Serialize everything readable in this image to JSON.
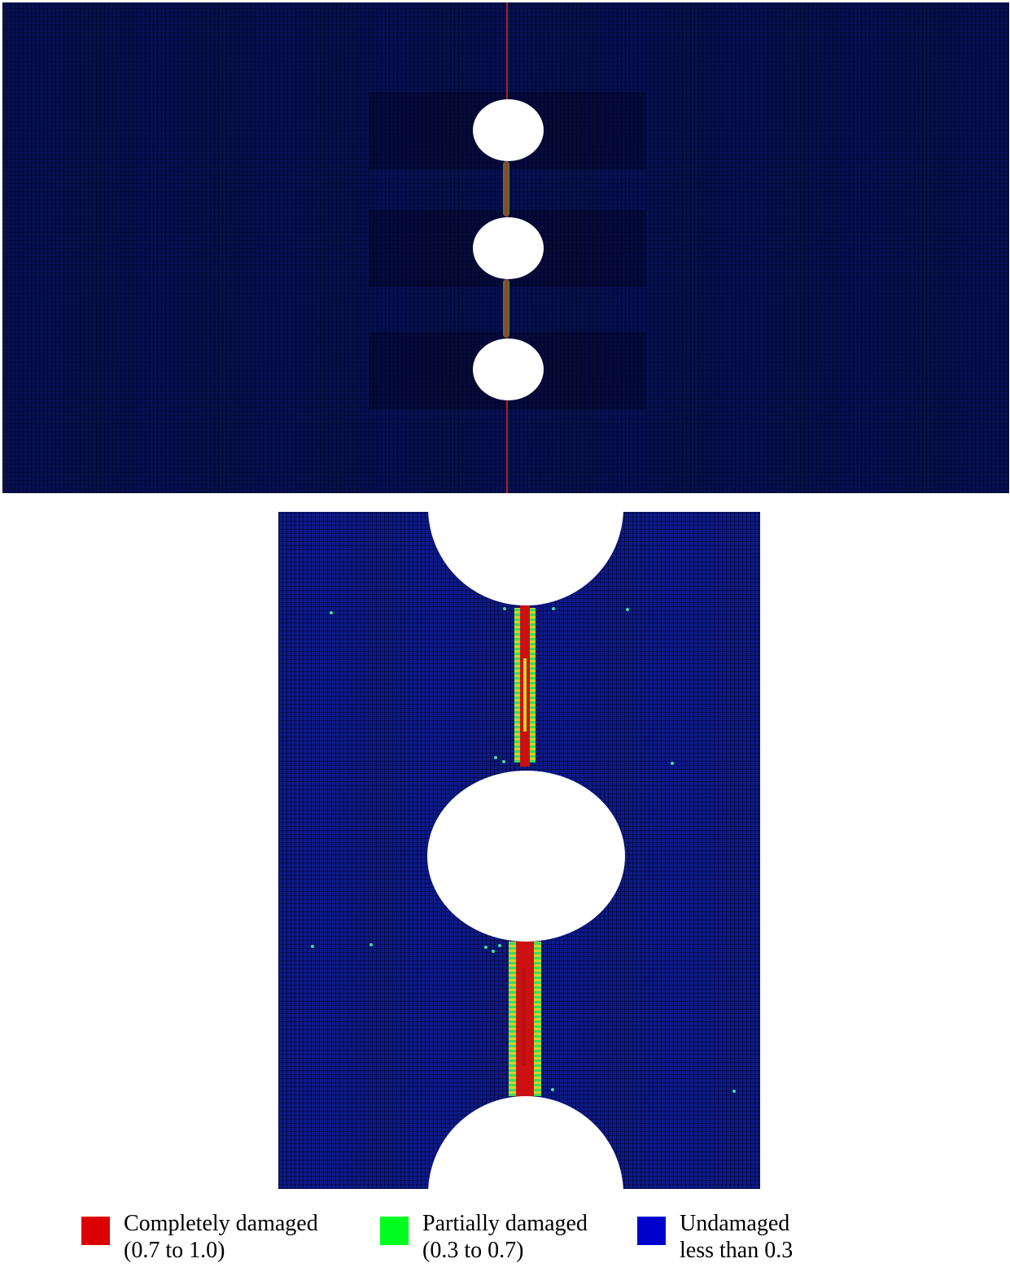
{
  "legend": {
    "items": [
      {
        "line1": "Completely damaged",
        "line2": "(0.7 to 1.0)",
        "color": "#dd0000"
      },
      {
        "line1": "Partially damaged",
        "line2": "(0.3 to 0.7)",
        "color": "#00ff1e"
      },
      {
        "line1": "Undamaged",
        "line2": "less than 0.3",
        "color": "#0000cc"
      }
    ]
  },
  "colors": {
    "mesh_top": "#07104f",
    "mesh_bottom": "#0d1a88",
    "crack_red": "#cc1010",
    "crack_green": "#36e05a",
    "crack_yellow": "#d8d020"
  }
}
